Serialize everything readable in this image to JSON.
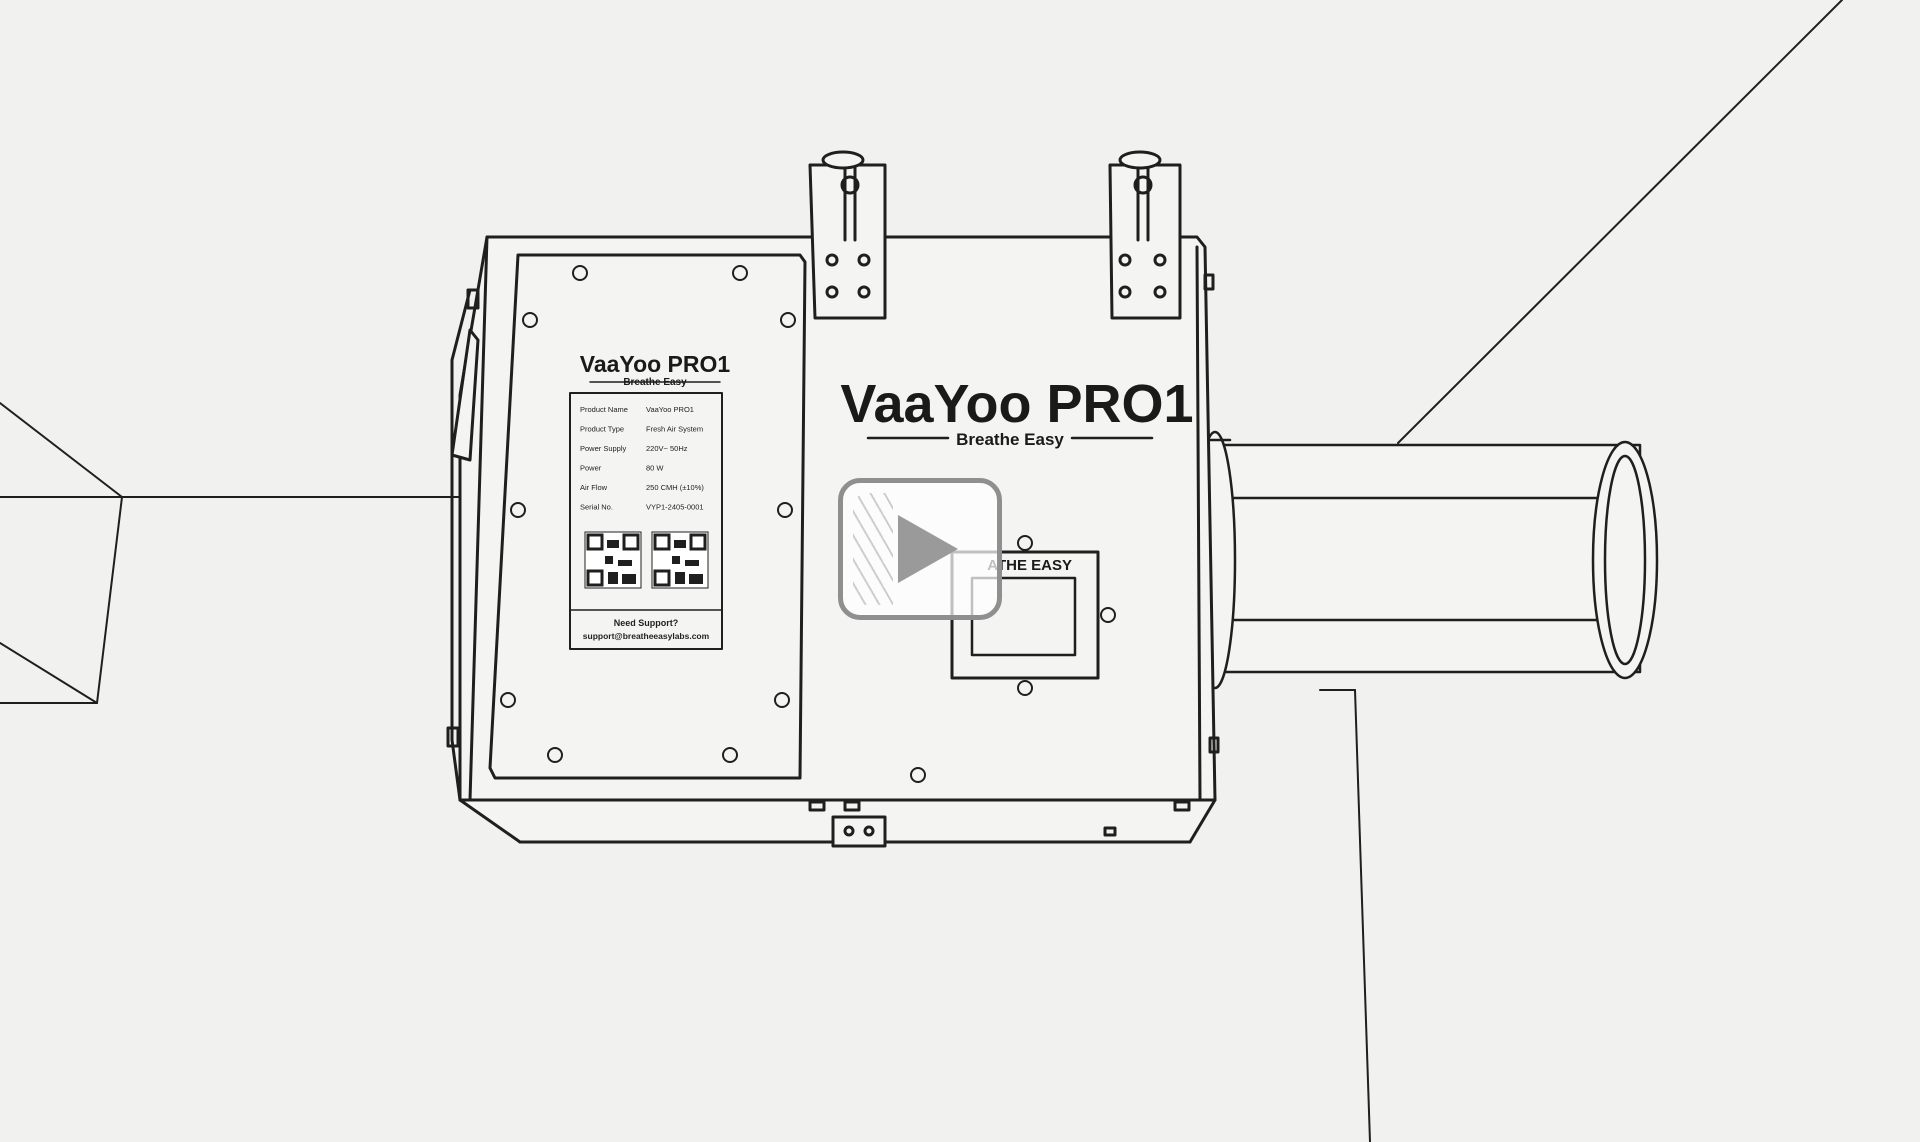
{
  "device": {
    "brand": "VaaYoo PRO1",
    "tagline": "Breathe Easy",
    "window_label": "ATHE EASY"
  },
  "label_plate": {
    "brand": "VaaYoo PRO1",
    "tagline": "Breathe Easy",
    "specs": [
      {
        "label": "Product Name",
        "value": "VaaYoo PRO1"
      },
      {
        "label": "Product Type",
        "value": "Fresh Air System"
      },
      {
        "label": "Power Supply",
        "value": "220V~ 50Hz"
      },
      {
        "label": "Power",
        "value": "80 W"
      },
      {
        "label": "Air Flow",
        "value": "250 CMH (±10%)"
      },
      {
        "label": "Serial No.",
        "value": "VYP1-2405-0001"
      }
    ],
    "support_title": "Need Support?",
    "support_email": "support@breatheeasylabs.com"
  },
  "player": {
    "play_icon": "play-icon"
  },
  "colors": {
    "background": "#f1f1ef",
    "ink": "#1f1f1f",
    "play_button_border": "#8f8f8f"
  }
}
